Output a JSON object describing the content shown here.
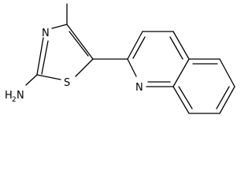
{
  "structure": {
    "atoms": {
      "amine_h": "H",
      "amine_sub": "2",
      "amine_n": "N",
      "thiazole_n": "N",
      "thiazole_s": "S",
      "quinoline_n": "N"
    },
    "colors": {
      "bond": "#000000",
      "label": "#000000",
      "background": "#ffffff"
    }
  }
}
